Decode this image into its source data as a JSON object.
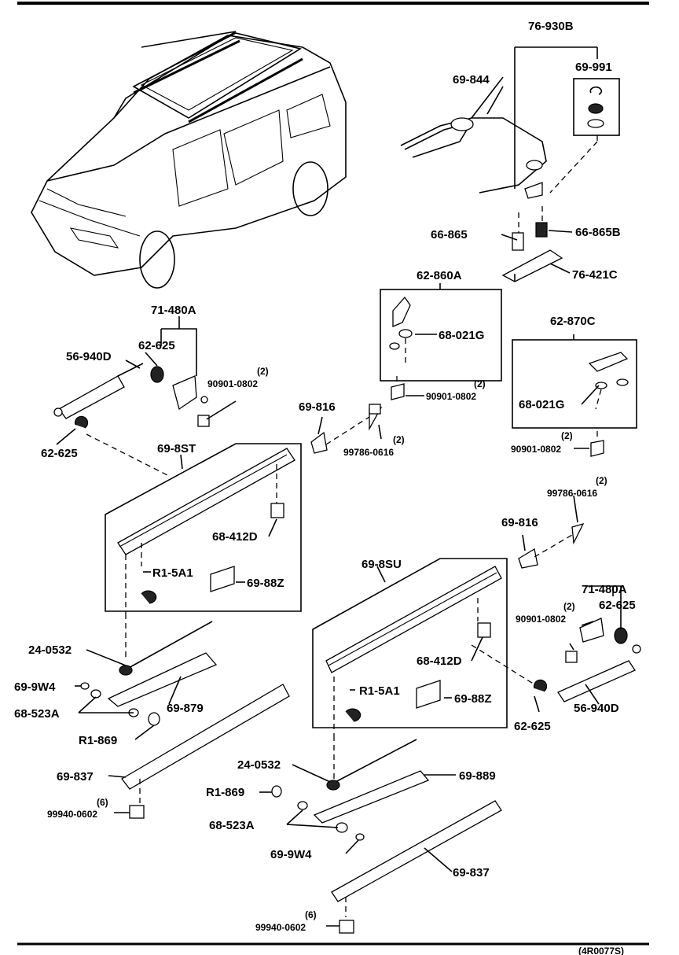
{
  "labels": {
    "p76_930B": "76-930B",
    "p69_991": "69-991",
    "p69_844": "69-844",
    "p66_865": "66-865",
    "p66_865B": "66-865B",
    "p76_421C": "76-421C",
    "p62_860A": "62-860A",
    "p68_021G_a": "68-021G",
    "p90901_0802_b": "90901-0802",
    "p90901_0802_b_qty": "(2)",
    "p62_870C": "62-870C",
    "p68_021G_b": "68-021G",
    "p90901_0802_c": "90901-0802",
    "p90901_0802_c_qty": "(2)",
    "p71_480A_l": "71-480A",
    "p62_625_l1": "62-625",
    "p56_940D_l": "56-940D",
    "p90901_0802_a": "90901-0802",
    "p90901_0802_a_qty": "(2)",
    "p62_625_l2": "62-625",
    "p69_816_l": "69-816",
    "p99786_0616_l": "99786-0616",
    "p99786_0616_l_qty": "(2)",
    "p69_8ST": "69-8ST",
    "p68_412D_l": "68-412D",
    "pR1_5A1_l": "R1-5A1",
    "p69_88Z_l": "69-88Z",
    "p99786_0616_r": "99786-0616",
    "p99786_0616_r_qty": "(2)",
    "p69_816_r": "69-816",
    "p71_480A_r": "71-480A",
    "p62_625_r1": "62-625",
    "p90901_0802_d": "90901-0802",
    "p90901_0802_d_qty": "(2)",
    "p69_8SU": "69-8SU",
    "p68_412D_r": "68-412D",
    "pR1_5A1_r": "R1-5A1",
    "p69_88Z_r": "69-88Z",
    "p62_625_r2": "62-625",
    "p56_940D_r": "56-940D",
    "p24_0532_l": "24-0532",
    "p69_9W4_l": "69-9W4",
    "p68_523A_l": "68-523A",
    "p69_879": "69-879",
    "pR1_869_l": "R1-869",
    "p69_837_l": "69-837",
    "p99940_0602_l": "99940-0602",
    "p99940_0602_l_qty": "(6)",
    "p24_0532_r": "24-0532",
    "p69_889": "69-889",
    "pR1_869_r": "R1-869",
    "p68_523A_r": "68-523A",
    "p69_9W4_r": "69-9W4",
    "p69_837_r": "69-837",
    "p99940_0602_r": "99940-0602",
    "p99940_0602_r_qty": "(6)",
    "footer_ref": "(4R0077S)"
  }
}
